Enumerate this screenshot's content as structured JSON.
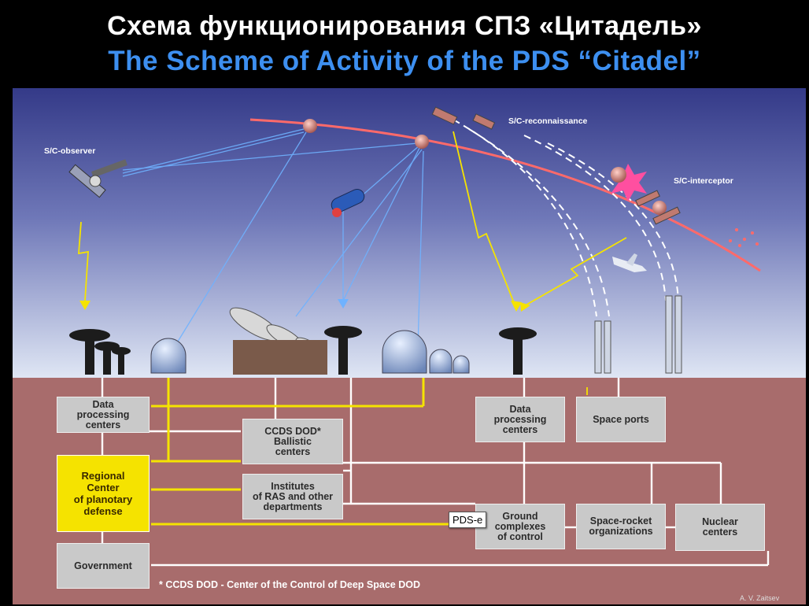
{
  "header": {
    "title_ru": "Схема функционирования СПЗ «Цитадель»",
    "title_en": "The  Scheme of Activity of the PDS “Citadel”"
  },
  "space": {
    "labels": {
      "observer": "S/C-observer",
      "reconnaissance": "S/C-reconnaissance",
      "interceptor": "S/C-interceptor"
    }
  },
  "boxes": {
    "data_processing_left": "Data\nprocessing\ncenters",
    "ccds": "CCDS DOD*\nBallistic\ncenters",
    "regional_center": "Regional\nCenter\nof planotary\ndefense",
    "institutes": "Institutes\nof RAS and other\ndepartments",
    "government": "Government",
    "data_processing_right": "Data\nprocessing\ncenters",
    "space_ports": "Space ports",
    "ground_complexes": "Ground\ncomplexes\nof control",
    "space_rocket": "Space-rocket\norganizations",
    "nuclear": "Nuclear\ncenters"
  },
  "footnote": "* CCDS DOD - Center of the Control of Deep Space DOD",
  "author": "A. V. Zaitsev",
  "tooltip": "PDS-e",
  "colors": {
    "sky_top": "#3a3f8e",
    "sky_bottom": "#d8e2f2",
    "ground": "#a86c6c",
    "accent_yellow": "#f5e300",
    "orbit": "#ff6a6a",
    "link_blue": "#6fb2ff",
    "title_blue": "#3d8ff0"
  }
}
